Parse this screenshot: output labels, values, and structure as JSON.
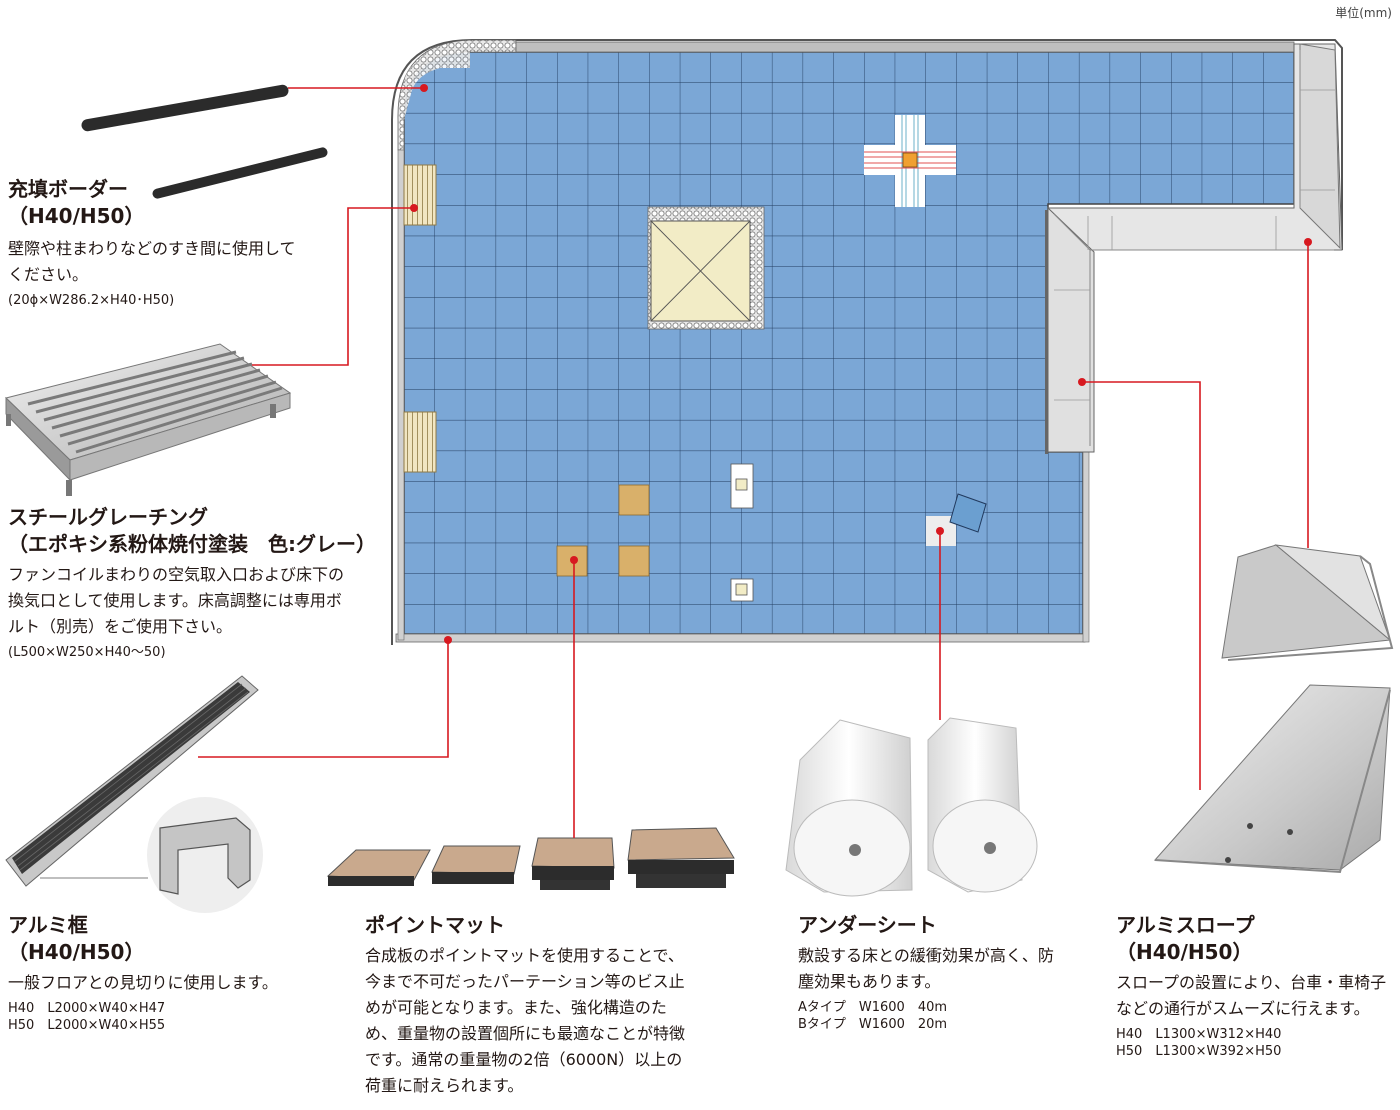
{
  "unit_label": "単位(mm)",
  "colors": {
    "tile": "#7ba7d6",
    "grid": "#213a5e",
    "leader": "#d71920",
    "wall": "#777777",
    "point_mat": "#d9b06a",
    "slope": "#e6e6e6"
  },
  "products": {
    "filler_border": {
      "title_lines": [
        "充填ボーダー",
        "（H40/H50）"
      ],
      "desc": "壁際や柱まわりなどのすき間に使用してください。",
      "spec_lines": [
        "(20ϕ×W286.2×H40･H50)"
      ]
    },
    "steel_grating": {
      "title_lines": [
        "スチールグレーチング",
        "（エポキシ系粉体焼付塗装　色:グレー）"
      ],
      "desc": "ファンコイルまわりの空気取入口および床下の換気口として使用します。床高調整には専用ボルト（別売）をご使用下さい。",
      "spec_lines": [
        "(L500×W250×H40～50)"
      ]
    },
    "alumi_frame": {
      "title_lines": [
        "アルミ框",
        "（H40/H50）"
      ],
      "desc": "一般フロアとの見切りに使用します。",
      "spec_lines": [
        "H40　L2000×W40×H47",
        "H50　L2000×W40×H55"
      ]
    },
    "point_mat": {
      "title_lines": [
        "ポイントマット"
      ],
      "desc": "合成板のポイントマットを使用することで、今まで不可だったパーテーション等のビス止めが可能となります。また、強化構造のため、重量物の設置個所にも最適なことが特徴です。通常の重量物の2倍（6000N）以上の荷重に耐えられます。",
      "spec_lines": []
    },
    "under_sheet": {
      "title_lines": [
        "アンダーシート"
      ],
      "desc": "敷設する床との緩衝効果が高く、防塵効果もあります。",
      "spec_lines": [
        "Aタイプ　W1600　40m",
        "Bタイプ　W1600　20m"
      ]
    },
    "alumi_slope": {
      "title_lines": [
        "アルミスロープ",
        "（H40/H50）"
      ],
      "desc": "スロープの設置により、台車・車椅子などの通行がスムーズに行えます。",
      "spec_lines": [
        "H40　L1300×W312×H40",
        "H50　L1300×W392×H50"
      ]
    }
  }
}
